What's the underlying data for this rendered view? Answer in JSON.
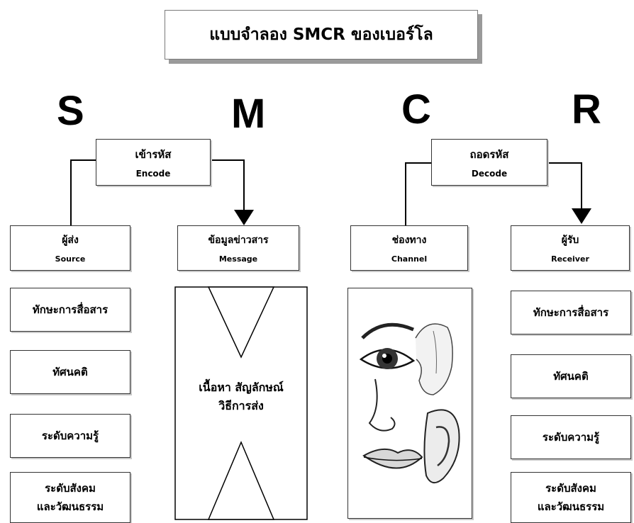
{
  "title": "แบบจำลอง SMCR ของเบอร์โล",
  "letters": {
    "s": "S",
    "m": "M",
    "c": "C",
    "r": "R"
  },
  "encode": {
    "th": "เข้ารหัส",
    "en": "Encode"
  },
  "decode": {
    "th": "ถอดรหัส",
    "en": "Decode"
  },
  "source": {
    "th": "ผู้ส่ง",
    "en": "Source"
  },
  "message": {
    "th": "ข้อมูลข่าวสาร",
    "en": "Message"
  },
  "channel": {
    "th": "ช่องทาง",
    "en": "Channel"
  },
  "receiver": {
    "th": "ผู้รับ",
    "en": "Receiver"
  },
  "source_attrs": [
    "ทักษะการสื่อสาร",
    "ทัศนคติ",
    "ระดับความรู้",
    "ระดับสังคม\nและวัฒนธรรม"
  ],
  "receiver_attrs": [
    "ทักษะการสื่อสาร",
    "ทัศนคติ",
    "ระดับความรู้",
    "ระดับสังคม\nและวัฒนธรรม"
  ],
  "message_content": {
    "line1": "เนื้อหา   สัญลักษณ์",
    "line2": "วิธีการส่ง"
  },
  "channel_image": "face-senses-illustration"
}
